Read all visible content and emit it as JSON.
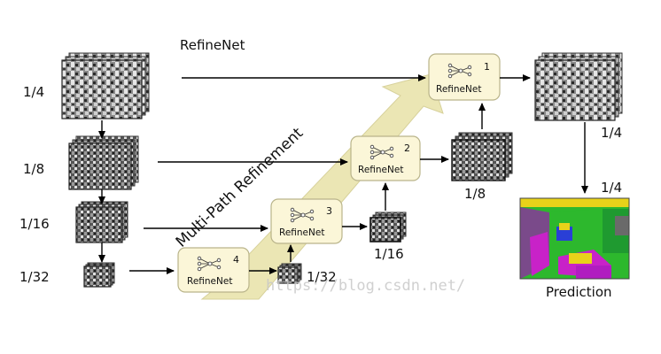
{
  "title": "RefineNet",
  "scales": {
    "s4": "1/4",
    "s8": "1/8",
    "s16": "1/16",
    "s32": "1/32"
  },
  "banner": "Multi-Path Refinement",
  "blocks": [
    {
      "number": "1",
      "name": "RefineNet"
    },
    {
      "number": "2",
      "name": "RefineNet"
    },
    {
      "number": "3",
      "name": "RefineNet"
    },
    {
      "number": "4",
      "name": "RefineNet"
    }
  ],
  "outputs": {
    "o8": "1/8",
    "o16": "1/16",
    "o32": "1/32",
    "o4": "1/4",
    "o4b": "1/4",
    "prediction": "Prediction"
  },
  "watermark": "https://blog.csdn.net/",
  "colors": {
    "block_fill": "#fbf6d8",
    "block_stroke": "#b9b48a",
    "banner_fill": "#ebe6b4",
    "seg_green": "#2db82d",
    "seg_magenta": "#c822c8",
    "seg_yellow": "#e8d21a",
    "seg_blue": "#2a3fd6"
  }
}
